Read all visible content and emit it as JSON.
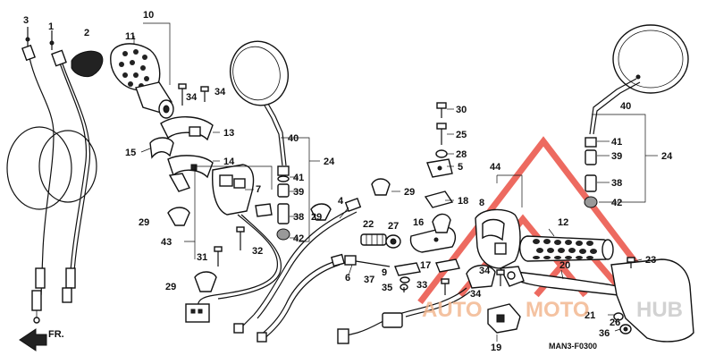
{
  "diagram": {
    "code": "MAN3-F0300",
    "direction_label": "FR.",
    "watermark": {
      "text_left": "AUTO",
      "text_mid": "MOTO",
      "text_right": "HUB",
      "color_text": "#f2b48a",
      "color_triangle": "#e8392b"
    },
    "callouts": {
      "c1": "1",
      "c2": "2",
      "c3": "3",
      "c4": "4",
      "c5": "5",
      "c6": "6",
      "c7": "7",
      "c8": "8",
      "c9": "9",
      "c10": "10",
      "c11": "11",
      "c12": "12",
      "c13": "13",
      "c14": "14",
      "c15": "15",
      "c16": "16",
      "c17": "17",
      "c18": "18",
      "c19": "19",
      "c20": "20",
      "c21": "21",
      "c22": "22",
      "c23": "23",
      "c24a": "24",
      "c24b": "24",
      "c25": "25",
      "c26": "26",
      "c27": "27",
      "c28": "28",
      "c29a": "29",
      "c29b": "29",
      "c29c": "29",
      "c29d": "29",
      "c30": "30",
      "c31": "31",
      "c32": "32",
      "c33": "33",
      "c34a": "34",
      "c34b": "34",
      "c34c": "34",
      "c34d": "34",
      "c35": "35",
      "c36": "36",
      "c37": "37",
      "c38a": "38",
      "c38b": "38",
      "c39a": "39",
      "c39b": "39",
      "c40a": "40",
      "c40b": "40",
      "c41a": "41",
      "c41b": "41",
      "c42a": "42",
      "c42b": "42",
      "c43": "43",
      "c44": "44"
    }
  }
}
